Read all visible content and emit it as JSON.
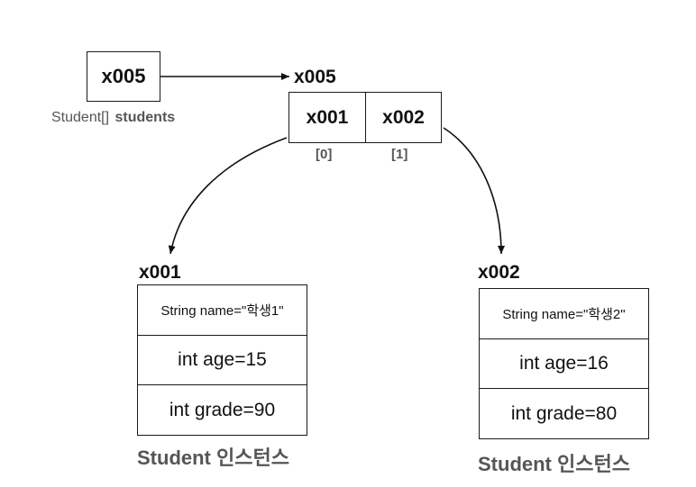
{
  "variable": {
    "ref_value": "x005",
    "type_text": "Student[]",
    "name_text": "students"
  },
  "array": {
    "address": "x005",
    "cells": [
      {
        "value": "x001",
        "index": "[0]"
      },
      {
        "value": "x002",
        "index": "[1]"
      }
    ]
  },
  "instances": [
    {
      "address": "x001",
      "fields": [
        "String name=\"학생1\"",
        "int age=15",
        "int grade=90"
      ],
      "caption": "Student 인스턴스"
    },
    {
      "address": "x002",
      "fields": [
        "String name=\"학생2\"",
        "int age=16",
        "int grade=80"
      ],
      "caption": "Student 인스턴스"
    }
  ],
  "colors": {
    "line": "#1a1a1a",
    "caption_gray": "#555555"
  }
}
